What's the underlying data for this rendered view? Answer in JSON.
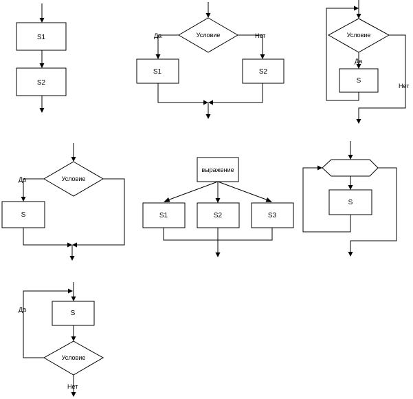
{
  "colors": {
    "stroke": "#000000",
    "fill": "#ffffff",
    "text": "#000000"
  },
  "sequence": {
    "block1": "S1",
    "block2": "S2"
  },
  "if_else": {
    "condition": "Условие",
    "yes": "Да",
    "no": "Нет",
    "block1": "S1",
    "block2": "S2"
  },
  "while_loop": {
    "condition": "Условие",
    "yes": "Да",
    "no": "Нет",
    "body": "S"
  },
  "if_then": {
    "condition": "Условие",
    "yes": "Да",
    "body": "S"
  },
  "switch": {
    "expression": "выражение",
    "case1": "S1",
    "case2": "S2",
    "case3": "S3"
  },
  "for_loop": {
    "body": "S"
  },
  "do_while": {
    "body": "S",
    "condition": "Условие",
    "yes": "Да",
    "no": "Нет"
  }
}
